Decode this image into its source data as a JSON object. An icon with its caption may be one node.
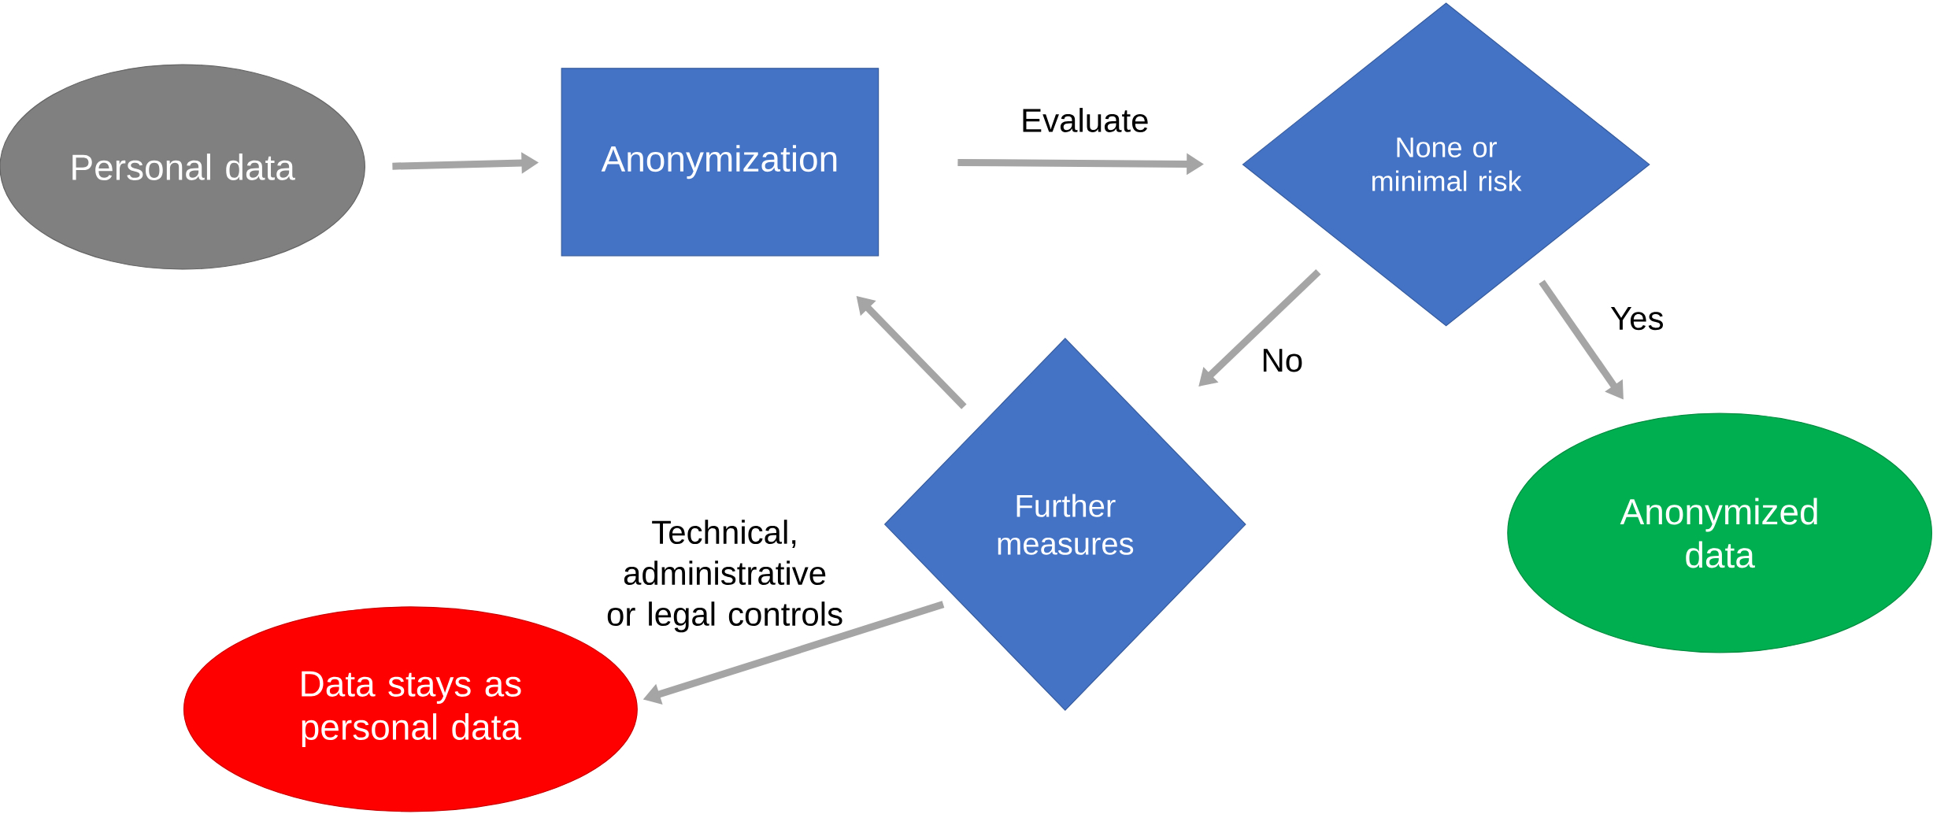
{
  "diagram": {
    "nodes": [
      {
        "text": [
          "Personal data"
        ]
      },
      {
        "text": [
          "Anonymization"
        ]
      },
      {
        "text": [
          "None or minimal risk"
        ]
      },
      {
        "text": [
          "Further measures"
        ]
      },
      {
        "text": [
          "Anonymized data"
        ]
      },
      {
        "text": [
          "Data stays as personal data"
        ]
      }
    ],
    "edges": [
      {
        "from": 0,
        "to": 1,
        "arrow": "to"
      },
      {
        "from": 1,
        "to": 2,
        "arrow": "to",
        "label": "Evaluate"
      },
      {
        "from": 2,
        "to": 3,
        "arrow": "to",
        "label": "No"
      },
      {
        "from": 2,
        "to": 4,
        "arrow": "to",
        "label": "Yes"
      },
      {
        "from": 3,
        "to": 1,
        "arrow": "to"
      },
      {
        "from": 3,
        "to": 5,
        "arrow": "to",
        "label": "Technical, administrative or legal controls"
      }
    ]
  }
}
